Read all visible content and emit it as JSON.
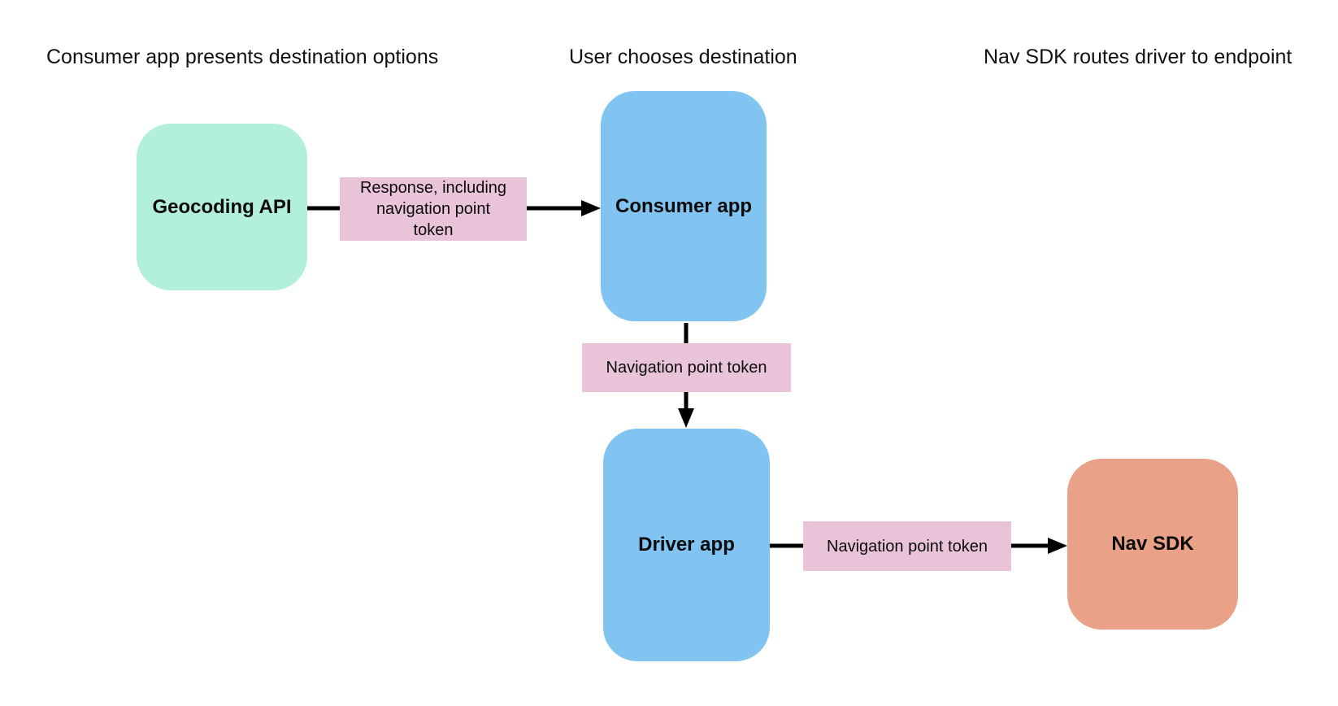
{
  "headers": [
    {
      "label": "Consumer app presents destination options"
    },
    {
      "label": "User chooses destination"
    },
    {
      "label": "Nav SDK routes driver to endpoint"
    }
  ],
  "nodes": {
    "geocoding_api": {
      "label": "Geocoding API",
      "fill": "#B2F0D9"
    },
    "consumer_app": {
      "label": "Consumer app",
      "fill": "#81C3F1"
    },
    "driver_app": {
      "label": "Driver app",
      "fill": "#81C3F1"
    },
    "nav_sdk": {
      "label": "Nav SDK",
      "fill": "#E9A287"
    }
  },
  "edge_labels": {
    "response": {
      "label": "Response, including navigation point token",
      "fill": "#E9C4D8"
    },
    "nav_token_1": {
      "label": "Navigation point token",
      "fill": "#E9C4D8"
    },
    "nav_token_2": {
      "label": "Navigation point token",
      "fill": "#E9C4D8"
    }
  },
  "colors": {
    "background": "#FFFFFF",
    "arrow": "#000000",
    "text": "#111111"
  }
}
